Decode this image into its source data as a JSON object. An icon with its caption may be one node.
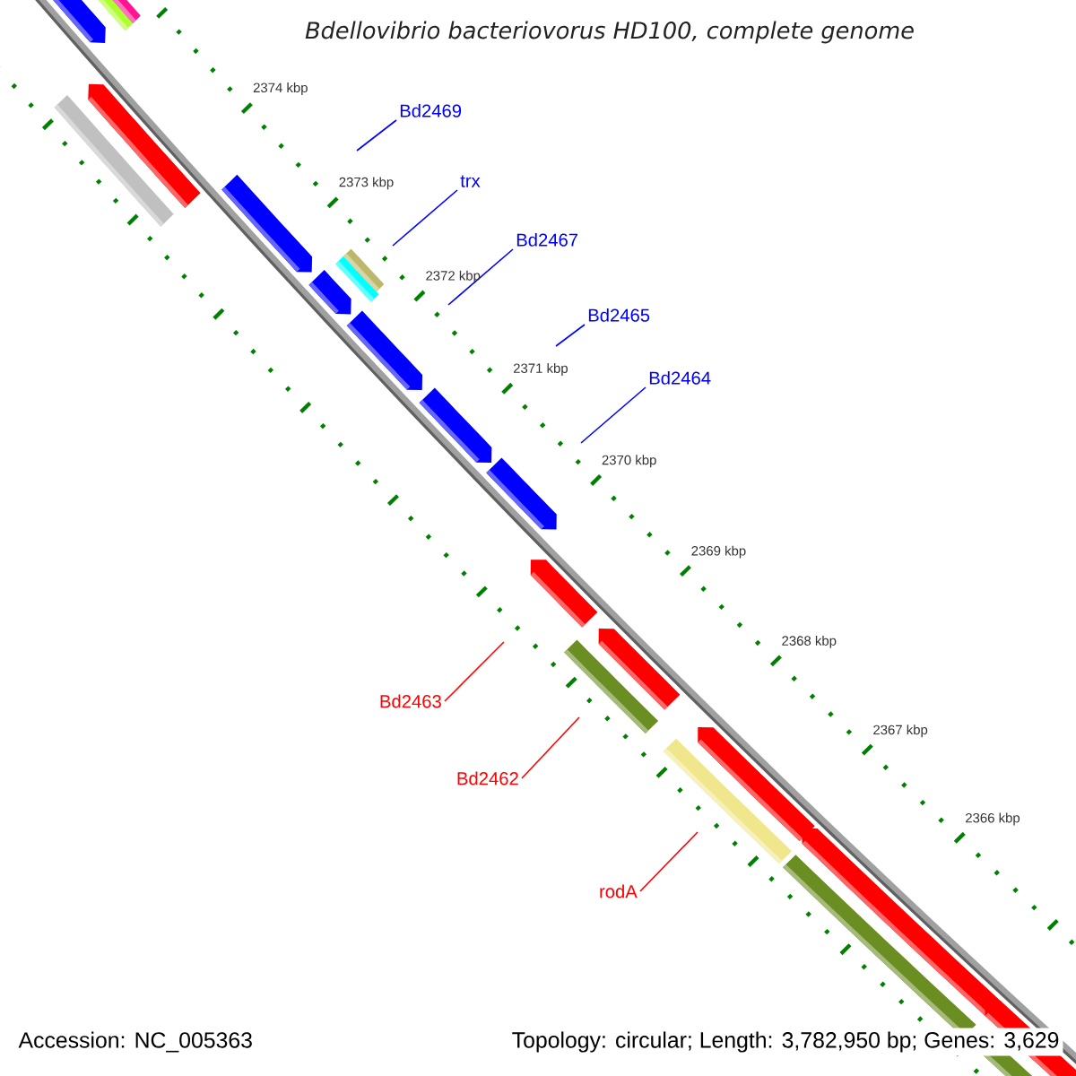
{
  "diagram": {
    "title": "Bdellovibrio bacteriovorus HD100, complete genome",
    "nodes": [
      {
        "text": [
          "Bd2469"
        ]
      },
      {
        "text": [
          "trx"
        ]
      },
      {
        "text": [
          "Bd2467"
        ]
      },
      {
        "text": [
          "Bd2465"
        ]
      },
      {
        "text": [
          "Bd2464"
        ]
      },
      {
        "text": [
          "Bd2463"
        ]
      },
      {
        "text": [
          "Bd2462"
        ]
      },
      {
        "text": [
          "rodA"
        ]
      }
    ],
    "edges": [
      {
        "from": 0,
        "to": null,
        "arrow": "none"
      },
      {
        "from": 1,
        "to": null,
        "arrow": "none"
      },
      {
        "from": 2,
        "to": null,
        "arrow": "none"
      },
      {
        "from": 3,
        "to": null,
        "arrow": "none"
      },
      {
        "from": 4,
        "to": null,
        "arrow": "none"
      },
      {
        "from": 5,
        "to": null,
        "arrow": "none",
        "color": "#ff0000"
      },
      {
        "from": 6,
        "to": null,
        "arrow": "none",
        "color": "#ff0000"
      },
      {
        "from": 7,
        "to": null,
        "arrow": "none",
        "color": "#ff0000"
      }
    ],
    "labels": [
      "2374 kbp",
      "2373 kbp",
      "2372 kbp",
      "2371 kbp",
      "2370 kbp",
      "2369 kbp",
      "2368 kbp",
      "2367 kbp",
      "2366 kbp",
      "Accession: NC_005363",
      "Topology: circular; Length: 3,782,950 bp; Genes: 3,629"
    ]
  }
}
